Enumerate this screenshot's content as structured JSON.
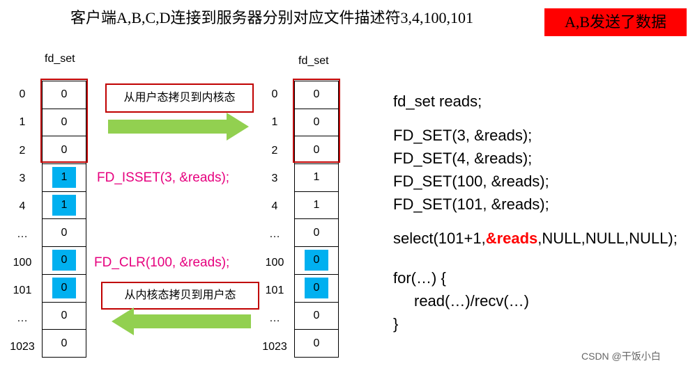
{
  "title": "客户端A,B,C,D连接到服务器分别对应文件描述符3,4,100,101",
  "badge": "A,B发送了数据",
  "left_table": {
    "header": "fd_set",
    "rows": [
      {
        "label": "0",
        "value": "0",
        "set": false
      },
      {
        "label": "1",
        "value": "0",
        "set": false
      },
      {
        "label": "2",
        "value": "0",
        "set": false
      },
      {
        "label": "3",
        "value": "1",
        "set": true
      },
      {
        "label": "4",
        "value": "1",
        "set": true
      },
      {
        "label": "…",
        "value": "0",
        "set": false
      },
      {
        "label": "100",
        "value": "0",
        "set": true
      },
      {
        "label": "101",
        "value": "0",
        "set": true
      },
      {
        "label": "…",
        "value": "0",
        "set": false
      },
      {
        "label": "1023",
        "value": "0",
        "set": false
      }
    ]
  },
  "right_table": {
    "header": "fd_set",
    "rows": [
      {
        "label": "0",
        "value": "0",
        "set": false
      },
      {
        "label": "1",
        "value": "0",
        "set": false
      },
      {
        "label": "2",
        "value": "0",
        "set": false
      },
      {
        "label": "3",
        "value": "1",
        "set": false
      },
      {
        "label": "4",
        "value": "1",
        "set": false
      },
      {
        "label": "…",
        "value": "0",
        "set": false
      },
      {
        "label": "100",
        "value": "0",
        "set": true
      },
      {
        "label": "101",
        "value": "0",
        "set": true
      },
      {
        "label": "…",
        "value": "0",
        "set": false
      },
      {
        "label": "1023",
        "value": "0",
        "set": false
      }
    ]
  },
  "notes": {
    "to_kernel": "从用户态拷贝到内核态",
    "to_user": "从内核态拷贝到用户态"
  },
  "macros": {
    "isset": "FD_ISSET(3, &reads);",
    "clr": "FD_CLR(100, &reads);"
  },
  "code": {
    "decl": "fd_set reads;",
    "set_lines": [
      "FD_SET(3, &reads);",
      "FD_SET(4, &reads);",
      "FD_SET(100, &reads);",
      "FD_SET(101, &reads);"
    ],
    "select_pre": "select(101+1,",
    "select_strong": "&reads",
    "select_post": ",NULL,NULL,NULL);",
    "for_open": "for(…) {",
    "for_body": "read(…)/recv(…)",
    "for_close": "}"
  },
  "colors": {
    "red_box": "#c00000",
    "highlight": "#00b0f0",
    "arrow": "#92d050",
    "macro": "#e6007e",
    "badge": "#ff0000"
  },
  "watermark": "CSDN @干饭小白"
}
